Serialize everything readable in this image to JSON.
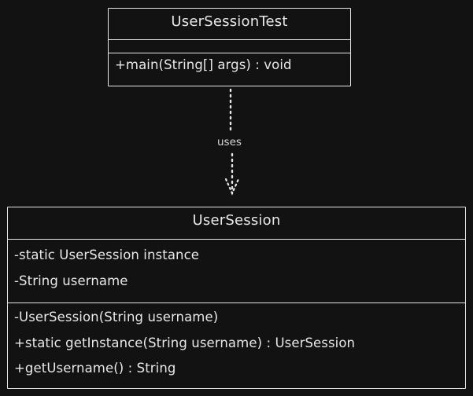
{
  "diagram": {
    "background": "#121212",
    "stroke": "#e6e6e6",
    "classes": {
      "test": {
        "name": "UserSessionTest",
        "attributes": [],
        "methods": [
          "+main(String[] args) : void"
        ]
      },
      "session": {
        "name": "UserSession",
        "attributes": [
          "-static UserSession instance",
          "-String username"
        ],
        "methods": [
          "-UserSession(String username)",
          "+static getInstance(String username) : UserSession",
          "+getUsername() : String"
        ]
      }
    },
    "relationship": {
      "type": "dependency",
      "label": "uses",
      "from": "UserSessionTest",
      "to": "UserSession"
    }
  }
}
